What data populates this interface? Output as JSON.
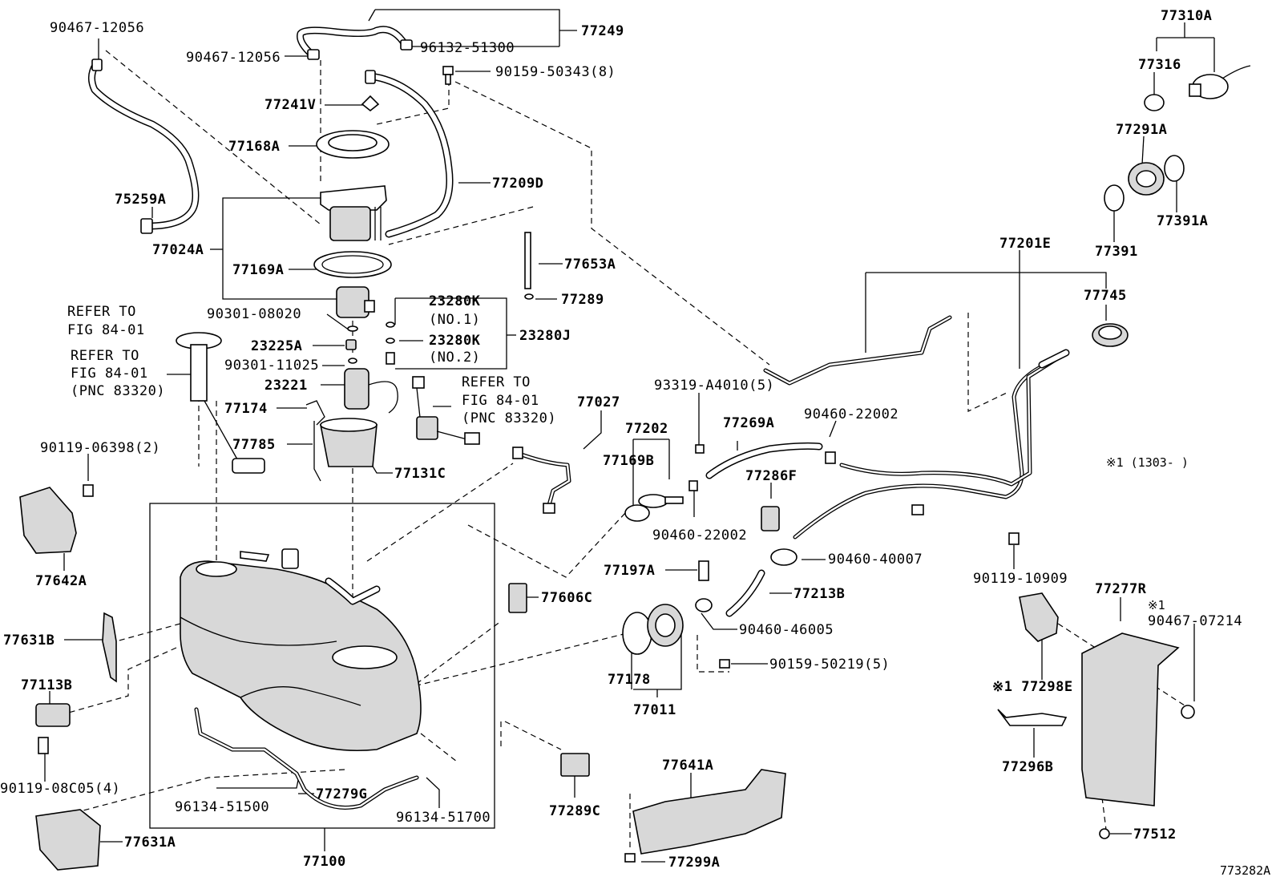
{
  "diagram_id": "773282A",
  "labels": {
    "p90467_12056_a": "90467-12056",
    "p90467_12056_b": "90467-12056",
    "p77249": "77249",
    "p96132_51300": "96132-51300",
    "p90159_50343": "90159-50343(8)",
    "p77241V": "77241V",
    "p77168A": "77168A",
    "p77209D": "77209D",
    "p75259A": "75259A",
    "p77024A": "77024A",
    "p77169A": "77169A",
    "p77653A": "77653A",
    "p77289": "77289",
    "p90301_08020": "90301-08020",
    "p23280K_1": "23280K",
    "no1": "(NO.1)",
    "p23280K_2": "23280K",
    "no2": "(NO.2)",
    "p23280J": "23280J",
    "p23225A": "23225A",
    "p90301_11025": "90301-11025",
    "p23221": "23221",
    "p77174": "77174",
    "p77785": "77785",
    "p77131C": "77131C",
    "refer1_a": "REFER TO",
    "refer1_b": "FIG 84-01",
    "refer2_a": "REFER TO",
    "refer2_b": "FIG 84-01",
    "refer2_c": "(PNC 83320)",
    "refer3_a": "REFER TO",
    "refer3_b": "FIG 84-01",
    "refer3_c": "(PNC 83320)",
    "p77027": "77027",
    "p77202": "77202",
    "p77169B": "77169B",
    "p93319": "93319-A4010(5)",
    "p77269A": "77269A",
    "p90460_22002_a": "90460-22002",
    "p90460_22002_b": "90460-22002",
    "p77286F": "77286F",
    "p90460_40007": "90460-40007",
    "p77197A": "77197A",
    "p77213B": "77213B",
    "p90460_46005": "90460-46005",
    "p90159_50219": "90159-50219(5)",
    "p77178": "77178",
    "p77011": "77011",
    "p77641A": "77641A",
    "p77299A": "77299A",
    "p77289C": "77289C",
    "p77606C": "77606C",
    "p90119_06398": "90119-06398(2)",
    "p77642A": "77642A",
    "p77631B": "77631B",
    "p77113B": "77113B",
    "p90119_08C05": "90119-08C05(4)",
    "p77631A": "77631A",
    "p96134_51500": "96134-51500",
    "p77279G": "77279G",
    "p96134_51700": "96134-51700",
    "p77100": "77100",
    "p77310A": "77310A",
    "p77316": "77316",
    "p77291A": "77291A",
    "p77391A": "77391A",
    "p77391": "77391",
    "p77201E": "77201E",
    "p77745": "77745",
    "note1": "※1 (1303-     )",
    "p90119_10909": "90119-10909",
    "p77277R": "77277R",
    "mark1": "※1",
    "p90467_07214": "90467-07214",
    "p77298E": "※1 77298E",
    "p77296B": "77296B",
    "p77512": "77512"
  }
}
